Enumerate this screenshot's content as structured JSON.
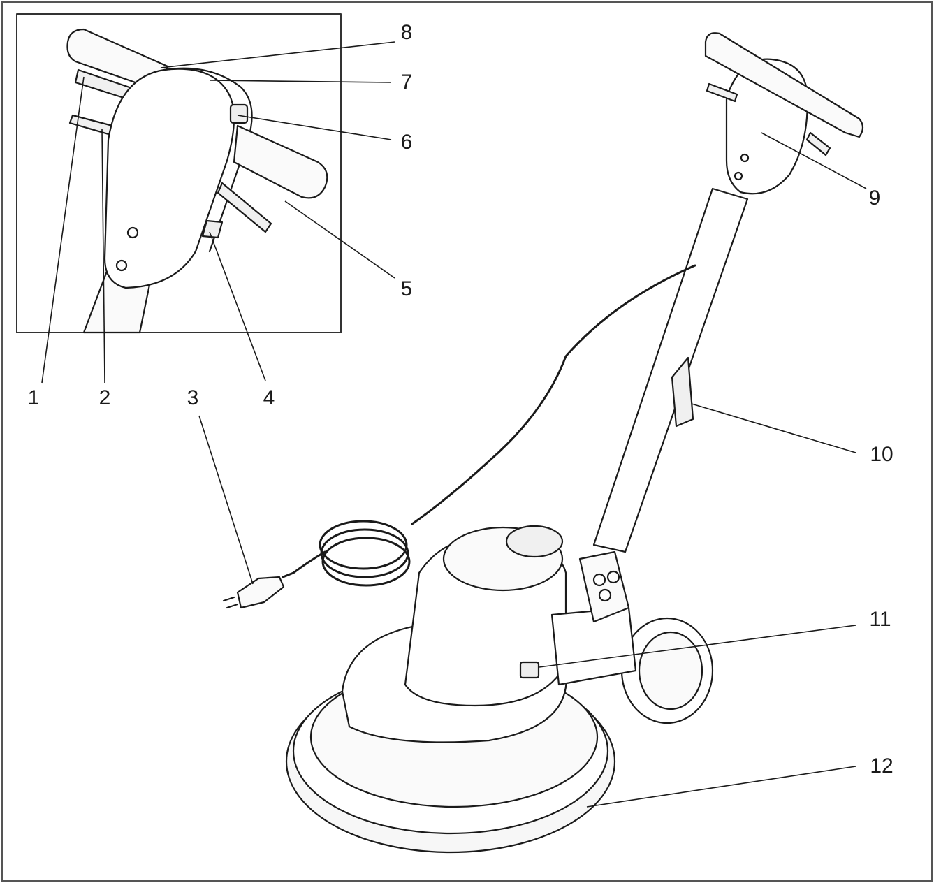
{
  "figure": {
    "description_free": true,
    "line_color": "#1a1a1a",
    "fill_color": "#ffffff"
  },
  "callouts": [
    {
      "number": "1",
      "target": "handle-lever-left"
    },
    {
      "number": "2",
      "target": "handle-lever-lower"
    },
    {
      "number": "3",
      "target": "mains-plug"
    },
    {
      "number": "4",
      "target": "height-adjust-lever"
    },
    {
      "number": "5",
      "target": "safety-lever"
    },
    {
      "number": "6",
      "target": "switch"
    },
    {
      "number": "7",
      "target": "handle-cover"
    },
    {
      "number": "8",
      "target": "handle-bar"
    },
    {
      "number": "9",
      "target": "handle-housing"
    },
    {
      "number": "10",
      "target": "cable-hook"
    },
    {
      "number": "11",
      "target": "motor-connector"
    },
    {
      "number": "12",
      "target": "pad-guard"
    }
  ]
}
